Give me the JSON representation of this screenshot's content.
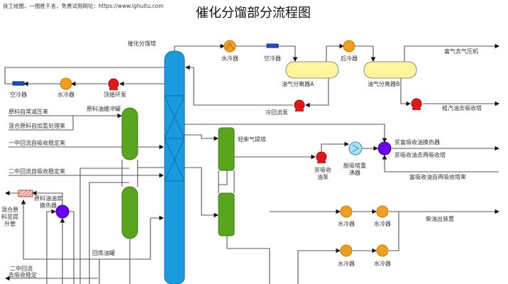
{
  "watermark": "良工绘图，一图胜千言，免费试用网址：https://www.lghuitu.com",
  "title": "催化分馏部分流程图",
  "labels": {
    "main_column": "催化分馏塔",
    "water_cooler": "水冷器",
    "air_cooler": "空冷器",
    "after_cooler": "后冷器",
    "separator_a": "油气分离器A",
    "separator_b": "油气分离器B",
    "rich_gas": "富气去气压机",
    "cold_reflux_pump": "冷回流泵",
    "crude_gasoline": "粗汽油去吸收塔",
    "top_circ_pump": "顶循环泵",
    "feed_buffer_tank": "原料油缓冲罐",
    "feed_from_cdu": "原料自常减压来",
    "feed_from_hydro": "混合原料自加氢处理来",
    "first_reflux_in": "一中回流自吸收稳定来",
    "second_reflux_in": "二中回流自吸收稳定来",
    "light_diesel_stripper": "轻柴气提塔",
    "lean_rich_hx": "贫富吸收油换热器",
    "lean_oil_out": "贫吸收油去再吸收塔",
    "rich_oil_in": "富吸收油自再吸收塔来",
    "reboiler_1": "脱吸塔重",
    "reboiler_2": "沸器",
    "lean_pump_1": "贫吸收",
    "lean_pump_2": "油泵",
    "mixed_feed_1": "混合原",
    "mixed_feed_2": "料至提",
    "mixed_feed_3": "升管",
    "slurry_hx_1": "原料油油浆",
    "slurry_hx_2": "换热器",
    "recycle_tank": "回炼油罐",
    "second_reflux_out_1": "二中回流",
    "second_reflux_out_2": "去吸收稳定",
    "diesel_out": "柴油出装置"
  },
  "colors": {
    "column": "#1a9be0",
    "tank": "#5aa51e",
    "separator": "#fff59d",
    "cooler": "#f0a020",
    "pump": "#e01818",
    "hx": "#6a00f4"
  }
}
